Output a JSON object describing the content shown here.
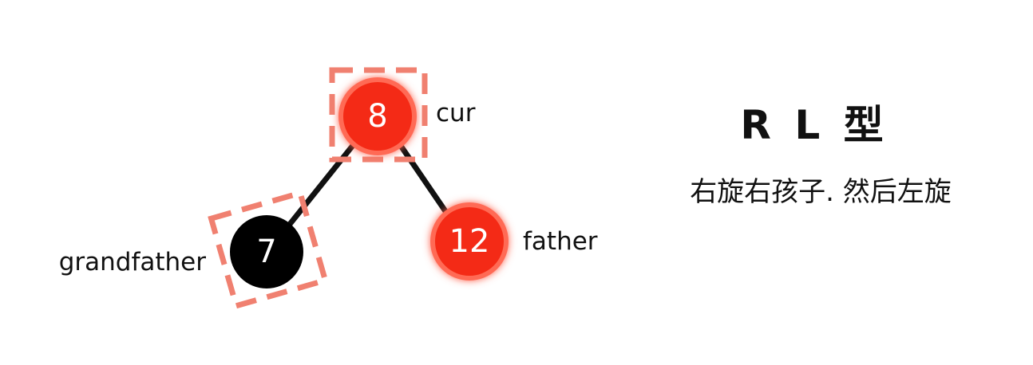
{
  "title": "R L 型",
  "subtitle": "右旋右孩子. 然后左旋",
  "colors": {
    "red_node": "#f42a12",
    "black_node": "#000000",
    "highlight_box": "#f08070",
    "edge": "#111111"
  },
  "nodes": {
    "cur": {
      "value": "8",
      "label": "cur",
      "color": "red",
      "highlighted": true
    },
    "grandfather": {
      "value": "7",
      "label": "grandfather",
      "color": "black",
      "highlighted": true
    },
    "father": {
      "value": "12",
      "label": "father",
      "color": "red",
      "highlighted": false
    }
  }
}
